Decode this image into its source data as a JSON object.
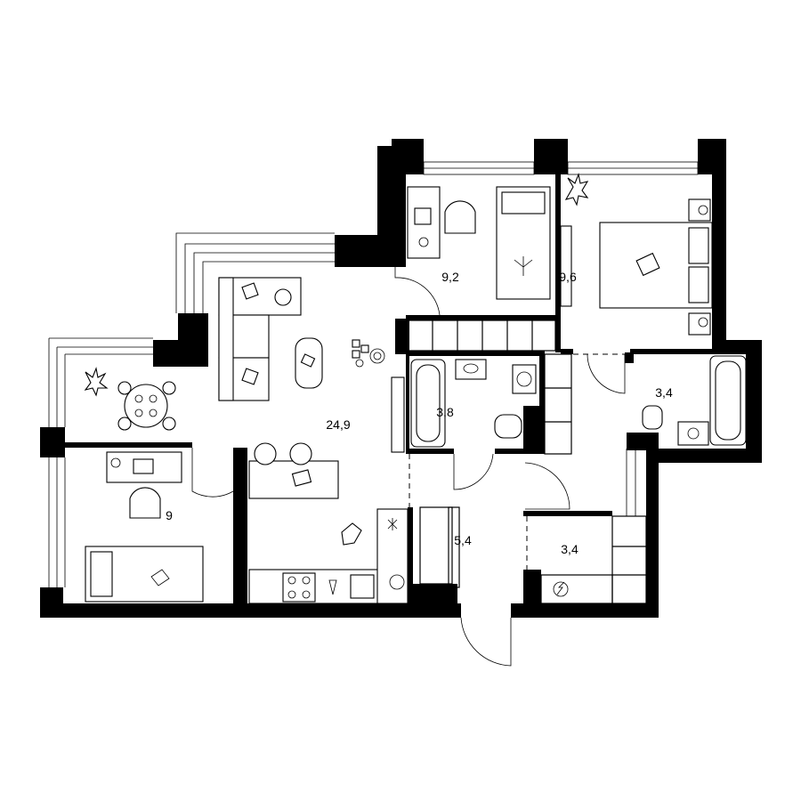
{
  "plan": {
    "rooms": [
      {
        "id": "living",
        "area": "24,9"
      },
      {
        "id": "bedroom-1",
        "area": "9,2"
      },
      {
        "id": "bedroom-2",
        "area": "9,6"
      },
      {
        "id": "bedroom-3",
        "area": "9"
      },
      {
        "id": "bathroom",
        "area": "3,8"
      },
      {
        "id": "bath-2",
        "area": "3,4"
      },
      {
        "id": "storage",
        "area": "3,4"
      },
      {
        "id": "hallway",
        "area": "5,4"
      }
    ],
    "colors": {
      "wall": "#000000",
      "background": "#ffffff"
    }
  }
}
